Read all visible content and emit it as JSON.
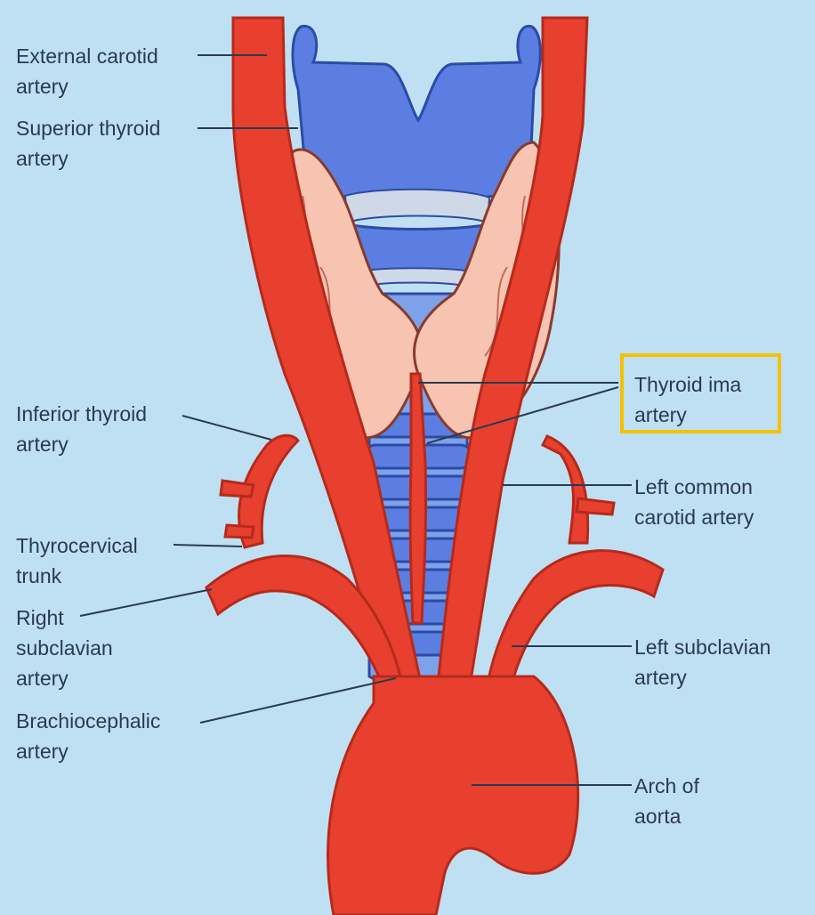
{
  "colors": {
    "background": "#bfe0f2",
    "artery": "#e8402e",
    "artery_dark": "#b52a1c",
    "cartilage": "#5a7fe0",
    "thyroid": "#f6c4b0",
    "highlight": "#f2c200",
    "leader_line": "#2a3a52"
  },
  "labels": {
    "external_carotid": [
      "External carotid",
      "artery"
    ],
    "superior_thyroid": [
      "Superior thyroid",
      "artery"
    ],
    "inferior_thyroid": [
      "Inferior thyroid",
      "artery"
    ],
    "thyrocervical": [
      "Thyrocervical",
      "trunk"
    ],
    "right_subclavian": [
      "Right",
      "subclavian",
      "artery"
    ],
    "brachiocephalic": [
      "Brachiocephalic",
      "artery"
    ],
    "thyroid_ima": [
      "Thyroid ima",
      "artery"
    ],
    "left_common_carotid": [
      "Left common",
      "carotid artery"
    ],
    "left_subclavian": [
      "Left subclavian",
      "artery"
    ],
    "arch_of_aorta": [
      "Arch of",
      "aorta"
    ]
  },
  "highlighted_label": "thyroid_ima"
}
